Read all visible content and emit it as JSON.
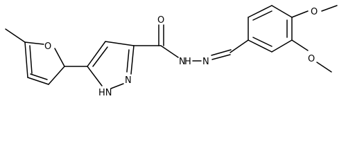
{
  "molecule": {
    "atoms": {
      "o_furan": "O",
      "o_carbonyl": "O",
      "n_hydrazide": "N",
      "h_hydrazide": "H",
      "n_imine": "N",
      "n_pyrazole": "N",
      "nh_pyrazole": "HN",
      "o_methoxy_top": "O",
      "o_methoxy_bottom": "O"
    },
    "colors": {
      "bond": "#000000",
      "label": "#000000",
      "background": "#ffffff"
    }
  }
}
